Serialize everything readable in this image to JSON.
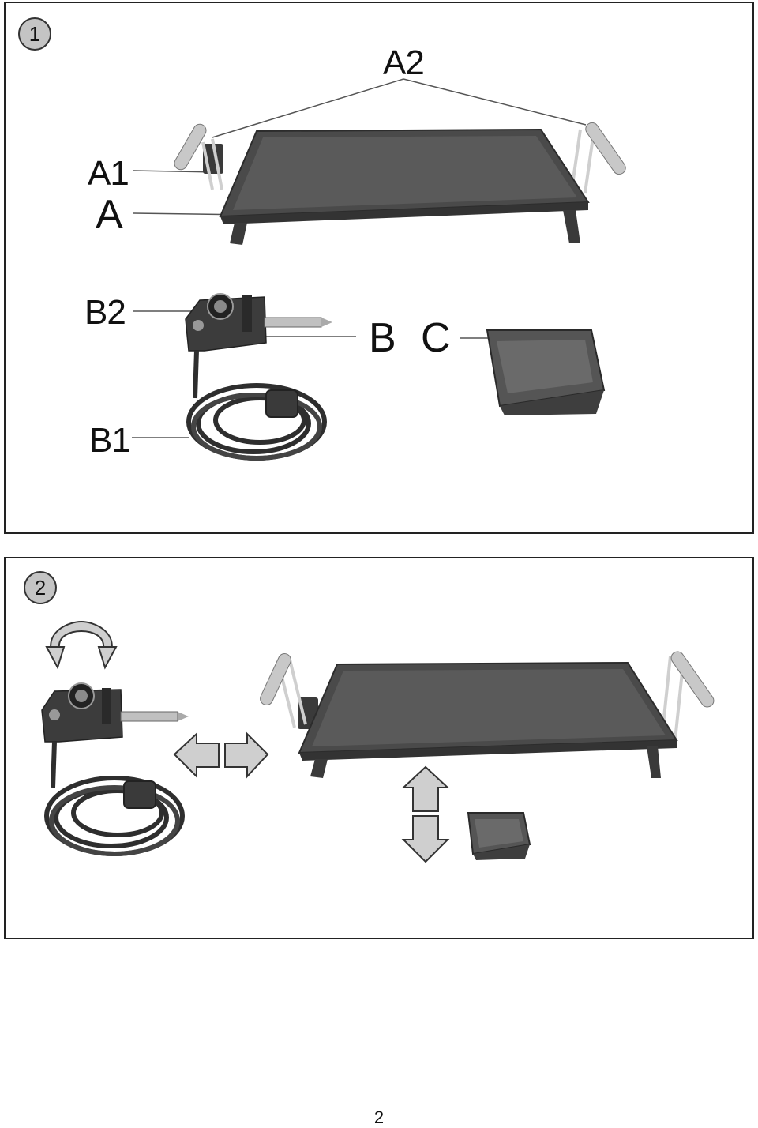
{
  "figure1": {
    "number": "1",
    "labels": {
      "a2": "A2",
      "a1": "A1",
      "a": "A",
      "b2": "B2",
      "b": "B",
      "c": "C",
      "b1": "B1"
    }
  },
  "figure2": {
    "number": "2"
  },
  "page": {
    "number": "2"
  },
  "colors": {
    "product": "#4a4a4a",
    "product_dark": "#2f2f2f",
    "chrome": "#bdbdbd",
    "arrow_fill": "#cfcfcf",
    "badge": "#c4c4c4"
  }
}
